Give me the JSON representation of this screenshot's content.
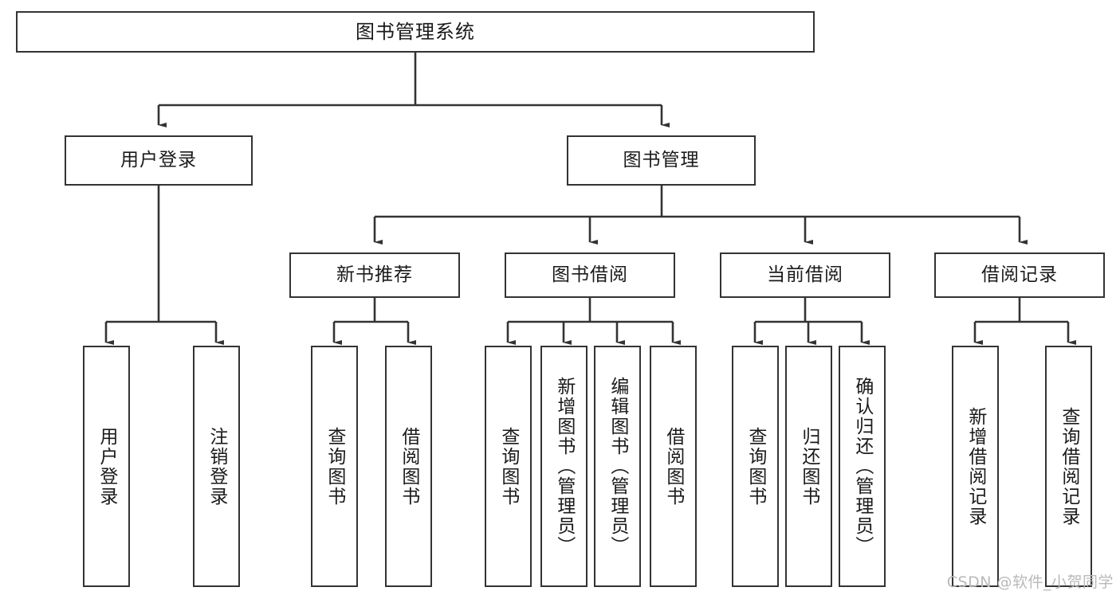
{
  "diagram": {
    "title": "图书管理系统",
    "type": "tree-hierarchy-diagram",
    "watermark": "CSDN @软件_小贺同学",
    "colors": {
      "node_border": "#333333",
      "node_fill": "#ffffff",
      "edge": "#333333",
      "text": "#1a1a1a",
      "watermark": "#b9b9b9",
      "background": "#ffffff"
    },
    "root": {
      "label": "图书管理系统"
    },
    "level1": [
      {
        "label": "用户登录"
      },
      {
        "label": "图书管理"
      }
    ],
    "level2": [
      {
        "label": "新书推荐"
      },
      {
        "label": "图书借阅"
      },
      {
        "label": "当前借阅"
      },
      {
        "label": "借阅记录"
      }
    ],
    "leaves": {
      "user_login": [
        {
          "label": "用户登录"
        },
        {
          "label": "注销登录"
        }
      ],
      "new_book_recommend": [
        {
          "label": "查询图书"
        },
        {
          "label": "借阅图书"
        }
      ],
      "book_borrow": [
        {
          "label": "查询图书"
        },
        {
          "label": "新增图书（管理员）"
        },
        {
          "label": "编辑图书（管理员）"
        },
        {
          "label": "借阅图书"
        }
      ],
      "current_borrow": [
        {
          "label": "查询图书"
        },
        {
          "label": "归还图书"
        },
        {
          "label": "确认归还（管理员）"
        }
      ],
      "borrow_records": [
        {
          "label": "新增借阅记录"
        },
        {
          "label": "查询借阅记录"
        }
      ]
    }
  }
}
